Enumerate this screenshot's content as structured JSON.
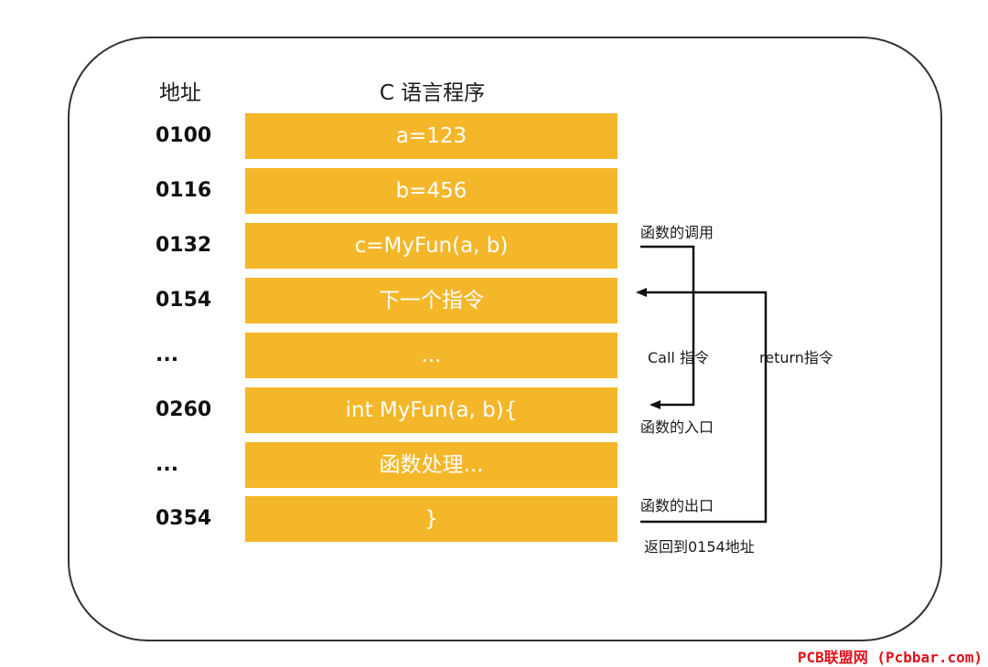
{
  "headers": {
    "address": "地址",
    "program": "C 语言程序"
  },
  "rows": [
    {
      "address": "0100",
      "code": "a=123"
    },
    {
      "address": "0116",
      "code": "b=456"
    },
    {
      "address": "0132",
      "code": "c=MyFun(a, b)"
    },
    {
      "address": "0154",
      "code": "下一个指令"
    },
    {
      "address": "...",
      "code": "..."
    },
    {
      "address": "0260",
      "code": "int MyFun(a, b){"
    },
    {
      "address": "...",
      "code": "函数处理..."
    },
    {
      "address": "0354",
      "code": "}"
    }
  ],
  "annotations": {
    "call_site": "函数的调用",
    "call_instr": "Call 指令",
    "return_instr": "return指令",
    "entry": "函数的入口",
    "exit": "函数的出口",
    "return_to": "返回到0154地址"
  },
  "colors": {
    "cell_fill": "#f4b72a",
    "cell_text": "#ffffff",
    "frame": "#333333",
    "watermark": "#e0101a"
  },
  "watermark": "PCB联盟网 (Pcbbar.com)"
}
